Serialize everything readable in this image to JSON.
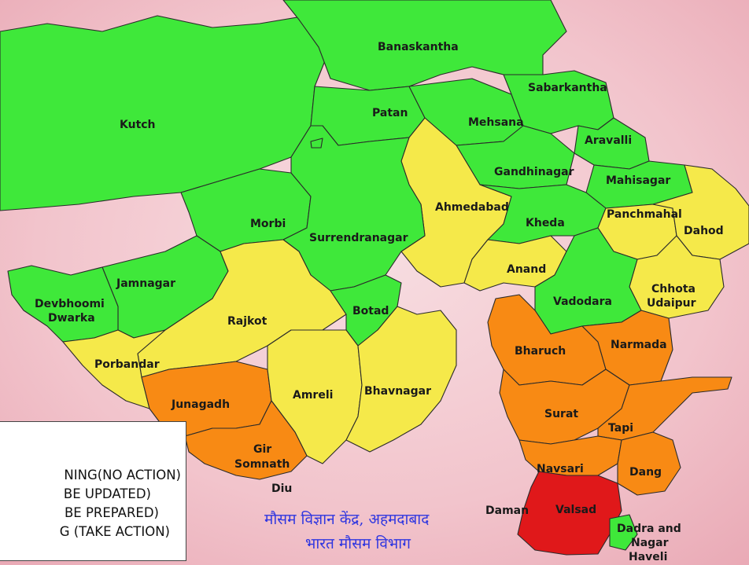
{
  "colors": {
    "background": "#f2c4cc",
    "no_warning": "#3fe83a",
    "watch": "#f5e94a",
    "alert": "#f88a14",
    "warning": "#e0181a",
    "caption": "#2f36e0"
  },
  "districts": [
    {
      "name": "Kutch",
      "status": "no_warning"
    },
    {
      "name": "Banaskantha",
      "status": "no_warning"
    },
    {
      "name": "Patan",
      "status": "no_warning"
    },
    {
      "name": "Mehsana",
      "status": "no_warning"
    },
    {
      "name": "Sabarkantha",
      "status": "no_warning"
    },
    {
      "name": "Aravalli",
      "status": "no_warning"
    },
    {
      "name": "Gandhinagar",
      "status": "no_warning"
    },
    {
      "name": "Mahisagar",
      "status": "no_warning"
    },
    {
      "name": "Ahmedabad",
      "status": "watch"
    },
    {
      "name": "Kheda",
      "status": "no_warning"
    },
    {
      "name": "Panchmahal",
      "status": "watch"
    },
    {
      "name": "Dahod",
      "status": "watch"
    },
    {
      "name": "Morbi",
      "status": "no_warning"
    },
    {
      "name": "Surrendranagar",
      "status": "no_warning"
    },
    {
      "name": "Anand",
      "status": "watch"
    },
    {
      "name": "Chhota Udaipur",
      "status": "watch"
    },
    {
      "name": "Jamnagar",
      "status": "no_warning"
    },
    {
      "name": "Devbhoomi Dwarka",
      "status": "no_warning"
    },
    {
      "name": "Rajkot",
      "status": "watch"
    },
    {
      "name": "Botad",
      "status": "no_warning"
    },
    {
      "name": "Vadodara",
      "status": "no_warning"
    },
    {
      "name": "Bharuch",
      "status": "alert"
    },
    {
      "name": "Narmada",
      "status": "alert"
    },
    {
      "name": "Porbandar",
      "status": "watch"
    },
    {
      "name": "Junagadh",
      "status": "alert"
    },
    {
      "name": "Amreli",
      "status": "watch"
    },
    {
      "name": "Bhavnagar",
      "status": "watch"
    },
    {
      "name": "Surat",
      "status": "alert"
    },
    {
      "name": "Tapi",
      "status": "alert"
    },
    {
      "name": "Gir Somnath",
      "status": "alert"
    },
    {
      "name": "Navsari",
      "status": "alert"
    },
    {
      "name": "Dang",
      "status": "alert"
    },
    {
      "name": "Diu",
      "status": "none"
    },
    {
      "name": "Daman",
      "status": "none"
    },
    {
      "name": "Valsad",
      "status": "warning"
    },
    {
      "name": "Dadra and Nagar Haveli",
      "status": "none"
    }
  ],
  "label_lines": {
    "devbhoomi_1": "Devbhoomi",
    "devbhoomi_2": "Dwarka",
    "chhota_1": "Chhota",
    "chhota_2": "Udaipur",
    "gir_1": "Gir",
    "gir_2": "Somnath",
    "dadra_1": "Dadra and",
    "dadra_2": "Nagar",
    "dadra_3": "Haveli"
  },
  "caption": {
    "line1": "मौसम विज्ञान केंद्र, अहमदाबाद",
    "line2": "भारत मौसम विभाग"
  },
  "legend": {
    "rows": [
      {
        "text": "NING(NO ACTION)",
        "status": "no_warning"
      },
      {
        "text": "BE UPDATED)",
        "status": "watch"
      },
      {
        "text": "BE PREPARED)",
        "status": "alert"
      },
      {
        "text": "G (TAKE ACTION)",
        "status": "warning"
      }
    ]
  }
}
